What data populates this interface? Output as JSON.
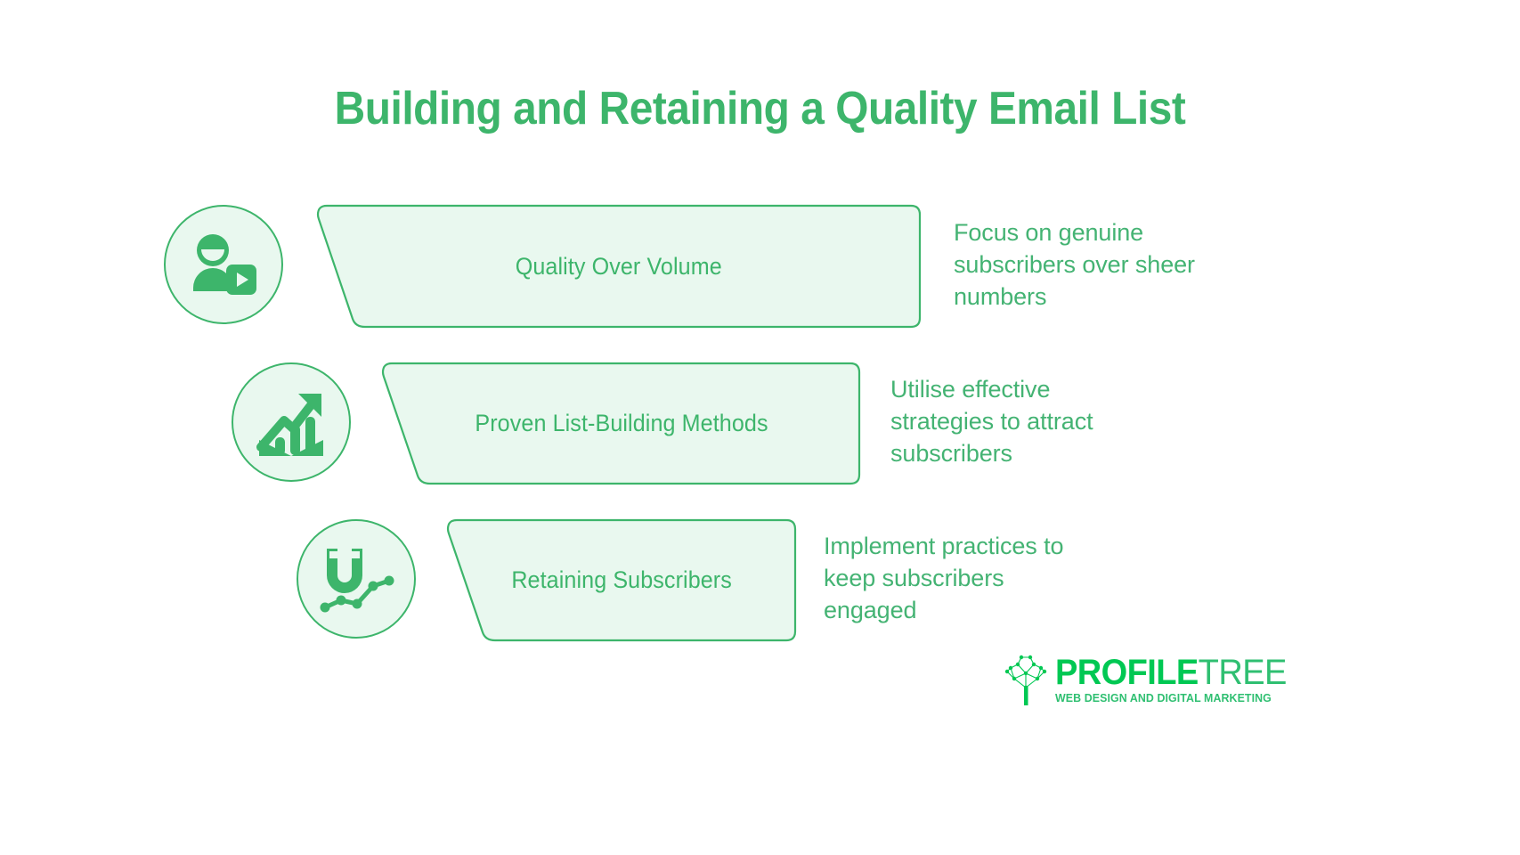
{
  "page": {
    "title": "Building and Retaining a Quality Email List",
    "background_color": "#FFFFFF",
    "accent_color": "#3DB56B",
    "fill_color": "#E9F8EF"
  },
  "steps": [
    {
      "icon": "user-video-icon",
      "label": "Quality Over Volume",
      "description": "Focus on genuine subscribers over sheer numbers"
    },
    {
      "icon": "growth-chart-icon",
      "label": "Proven List-Building Methods",
      "description": "Utilise effective strategies to attract subscribers"
    },
    {
      "icon": "magnet-icon",
      "label": "Retaining Subscribers",
      "description": "Implement practices to keep subscribers engaged"
    }
  ],
  "logo": {
    "brand_bold": "PROFILE",
    "brand_light": "TREE",
    "tagline": "WEB DESIGN AND DIGITAL MARKETING",
    "mark": "network-tree-icon",
    "color_bold": "#00C853",
    "color_light": "#2FBF71"
  }
}
